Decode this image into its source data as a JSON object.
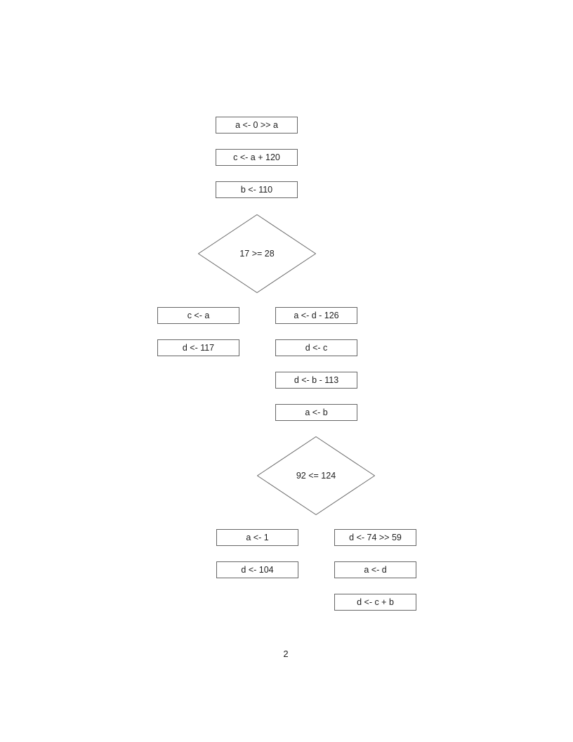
{
  "page": {
    "number": "2"
  },
  "colors": {
    "background": "#ffffff",
    "node_border": "#666666",
    "node_fill": "#ffffff",
    "text": "#212121"
  },
  "flowchart": {
    "start_blocks": [
      {
        "label": "a <- 0 >> a"
      },
      {
        "label": "c <- a + 120"
      },
      {
        "label": "b <- 110"
      }
    ],
    "decision_1": {
      "label": "17 >= 28"
    },
    "branch_1_left": [
      {
        "label": "c <- a"
      },
      {
        "label": "d <- 117"
      }
    ],
    "branch_1_right": [
      {
        "label": "a <- d - 126"
      },
      {
        "label": "d <- c"
      },
      {
        "label": "d <- b - 113"
      },
      {
        "label": "a <- b"
      }
    ],
    "decision_2": {
      "label": "92 <= 124"
    },
    "branch_2_left": [
      {
        "label": "a <- 1"
      },
      {
        "label": "d <- 104"
      }
    ],
    "branch_2_right": [
      {
        "label": "d <- 74 >> 59"
      },
      {
        "label": "a <- d"
      },
      {
        "label": "d <- c + b"
      }
    ]
  }
}
